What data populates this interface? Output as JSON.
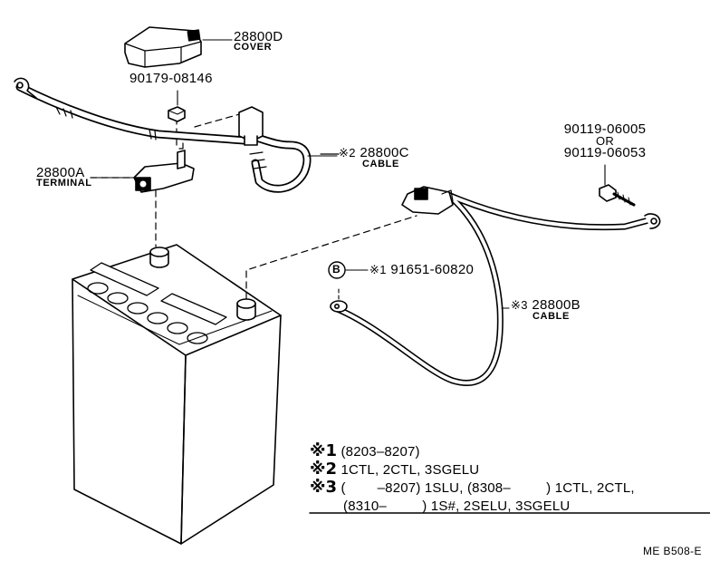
{
  "parts": {
    "cover": {
      "number": "28800D",
      "name": "COVER"
    },
    "nut": {
      "number": "90179-08146"
    },
    "bolt": {
      "number_a": "90119-06005",
      "or": "OR",
      "number_b": "90119-06053"
    },
    "terminal": {
      "number": "28800A",
      "name": "TERMINAL"
    },
    "cable_c": {
      "mark": "※2",
      "number": "28800C",
      "name": "CABLE"
    },
    "cable_b": {
      "mark": "※3",
      "number": "28800B",
      "name": "CABLE"
    },
    "ground": {
      "circle": "B",
      "mark": "※1",
      "number": "91651-60820"
    }
  },
  "notes": [
    {
      "mark": "※1",
      "text": "(8203–8207)"
    },
    {
      "mark": "※2",
      "text": "1CTL, 2CTL, 3SGELU"
    },
    {
      "mark": "※3",
      "text": "(        –8207) 1SLU, (8308–         ) 1CTL, 2CTL,"
    },
    {
      "mark": "",
      "text": "(8310–         ) 1S#, 2SELU, 3SGELU"
    }
  ],
  "reference": "ME B508-E"
}
